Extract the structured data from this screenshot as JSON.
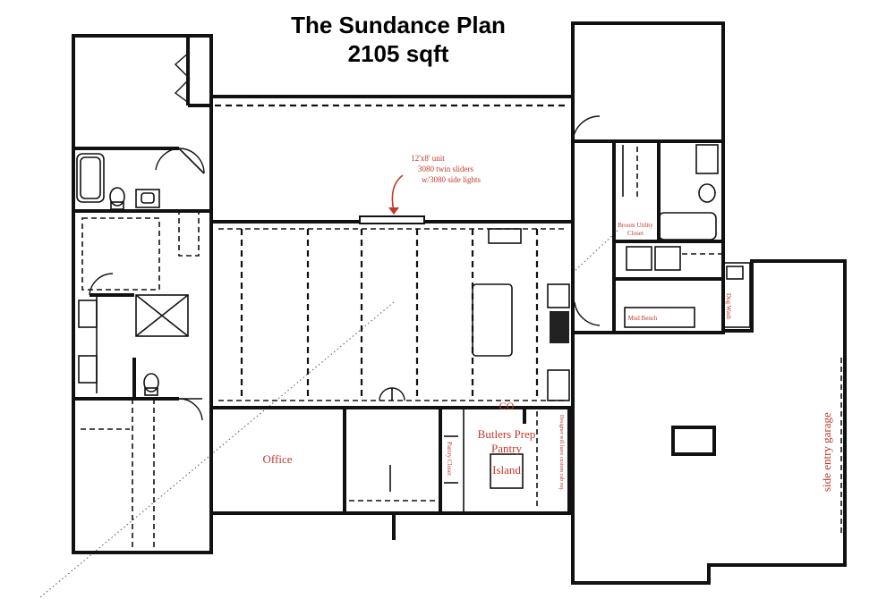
{
  "title": "The Sundance Plan",
  "area": "2105 sqft",
  "accent_color": "#c0392b",
  "annotations": {
    "slider_note_line1": "12'x8' unit",
    "slider_note_line2": "3080 twin sliders",
    "slider_note_line3": "w/3080 side lights",
    "broom_line1": "Broom Utility",
    "broom_line2": "Closet",
    "mud_bench": "Mud Bench",
    "dog_wash": "Dog Wash",
    "co": "CO",
    "butlers_line1": "Butlers Prep",
    "butlers_line2": "Pantry",
    "island": "Island",
    "pantry_closet": "Pantry Closet",
    "designer_note": "Designer will have custom cab req.",
    "office": "Office",
    "garage": "side entry garage"
  }
}
